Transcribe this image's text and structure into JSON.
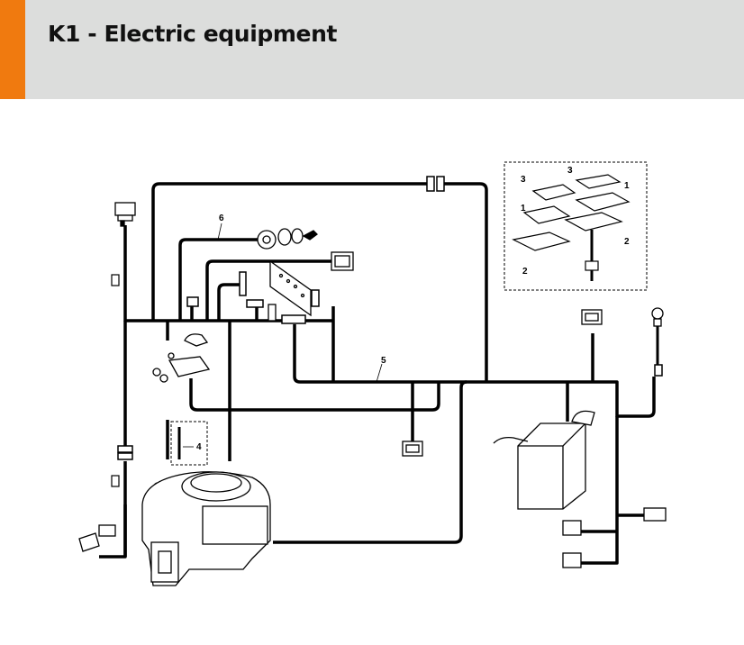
{
  "header": {
    "title": "K1 - Electric equipment",
    "accent_color": "#f07a0f",
    "background_color": "#dcdddc"
  },
  "callouts": {
    "wiring_harness": "5",
    "ignition_switch_lead": "6",
    "ground_cable": "4",
    "inset_relay_board": "1",
    "inset_board_2": "2",
    "inset_cover": "3"
  },
  "inset_callouts": [
    {
      "label": "3"
    },
    {
      "label": "3"
    },
    {
      "label": "1"
    },
    {
      "label": "1"
    },
    {
      "label": "2"
    },
    {
      "label": "2"
    }
  ],
  "icons": [
    "plug-connector-icon",
    "ignition-switch-icon",
    "circuit-board-icon",
    "relay-icon",
    "solenoid-icon",
    "battery-icon",
    "engine-icon",
    "headlight-bulb-icon",
    "pressure-switch-icon",
    "safety-switch-icon"
  ]
}
